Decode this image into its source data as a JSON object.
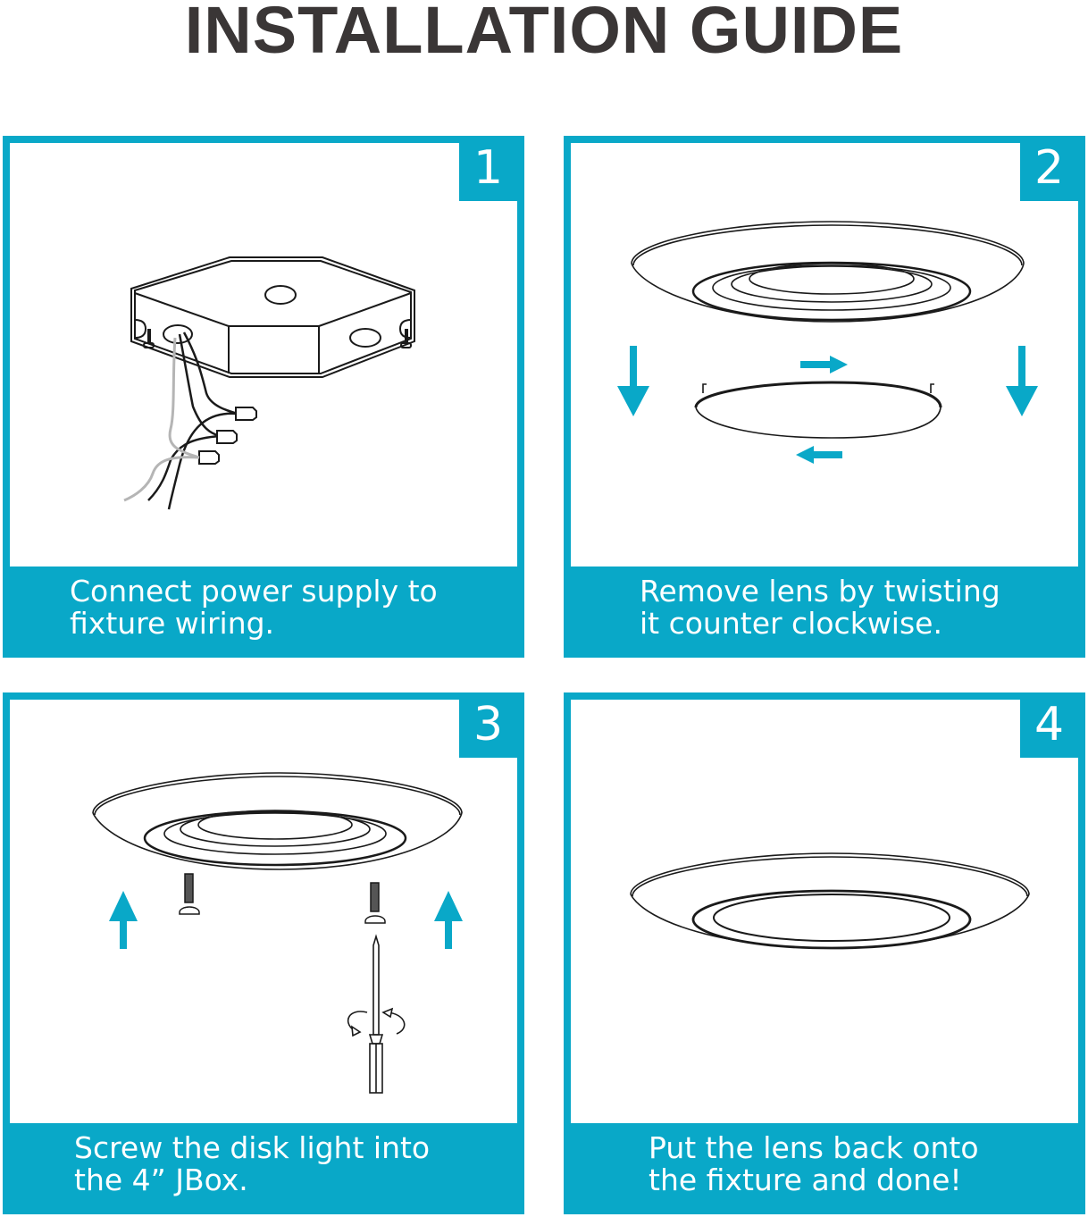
{
  "title": "INSTALLATION GUIDE",
  "colors": {
    "accent": "#09a8c8",
    "title_text": "#3a3636",
    "caption_text": "#ffffff",
    "illustration_line": "#1a1a1a",
    "ground_wire": "#b5b5b5"
  },
  "steps": [
    {
      "number": "1",
      "caption_lines": [
        "Connect power supply to",
        "fixture wiring."
      ],
      "illustration": "junction-box-with-wires"
    },
    {
      "number": "2",
      "caption_lines": [
        "Remove lens by twisting",
        "it counter clockwise."
      ],
      "illustration": "disk-light-lens-removal"
    },
    {
      "number": "3",
      "caption_lines": [
        "Screw the disk light into",
        "the 4” JBox."
      ],
      "illustration": "disk-light-screws-screwdriver"
    },
    {
      "number": "4",
      "caption_lines": [
        "Put the lens back onto",
        "the fixture and done!"
      ],
      "illustration": "assembled-disk-light"
    }
  ]
}
